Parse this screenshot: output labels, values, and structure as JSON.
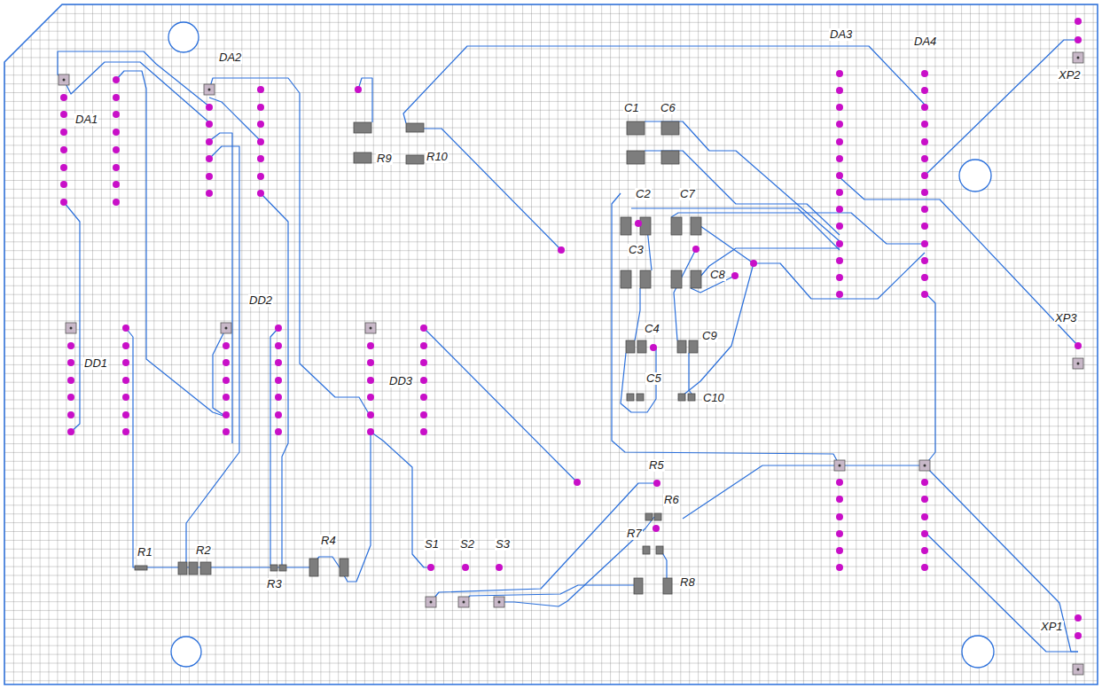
{
  "diagram": {
    "labels": [
      "DA2",
      "DA1",
      "R9",
      "R10",
      "C1",
      "C6",
      "DA3",
      "DA4",
      "XP2",
      "C2",
      "C7",
      "C3",
      "C8",
      "C4",
      "C9",
      "C5",
      "C10",
      "DD2",
      "DD1",
      "DD3",
      "XP3",
      "R5",
      "R6",
      "R7",
      "R8",
      "R1",
      "R2",
      "R3",
      "R4",
      "S1",
      "S2",
      "S3",
      "XP1"
    ]
  }
}
